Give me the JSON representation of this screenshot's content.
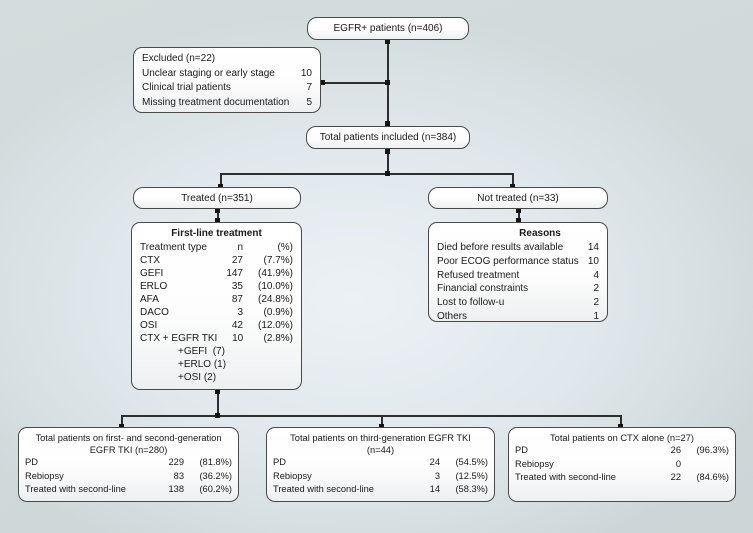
{
  "colors": {
    "bg_outer": "#ccd6d7",
    "bg_inner": "#ecf1f5",
    "box_border": "#4a4a4a",
    "line": "#2e2e2e",
    "text": "#1a1a1a"
  },
  "boxes": {
    "egfr": {
      "label": "EGFR+ patients (n=406)"
    },
    "excluded": {
      "title": "Excluded (n=22)",
      "rows": [
        {
          "label": "Unclear staging or early stage",
          "value": "10"
        },
        {
          "label": "Clinical trial patients",
          "value": "7"
        },
        {
          "label": "Missing treatment documentation",
          "value": "5"
        }
      ]
    },
    "included": {
      "label": "Total patients included (n=384)"
    },
    "treated": {
      "label": "Treated (n=351)"
    },
    "not_treated": {
      "label": "Not treated (n=33)"
    },
    "first_line": {
      "title": "First-line treatment",
      "header": {
        "label": "Treatment type",
        "n": "n",
        "pct": "(%)"
      },
      "rows": [
        {
          "label": "CTX",
          "n": "27",
          "pct": "(7.7%)"
        },
        {
          "label": "GEFI",
          "n": "147",
          "pct": "(41.9%)"
        },
        {
          "label": "ERLO",
          "n": "35",
          "pct": "(10.0%)"
        },
        {
          "label": "AFA",
          "n": "87",
          "pct": "(24.8%)"
        },
        {
          "label": "DACO",
          "n": "3",
          "pct": "(0.9%)"
        },
        {
          "label": "OSI",
          "n": "42",
          "pct": "(12.0%)"
        },
        {
          "label": "CTX + EGFR TKI",
          "n": "10",
          "pct": "(2.8%)"
        }
      ],
      "sub_rows": [
        {
          "label": "+GEFI  (7)"
        },
        {
          "label": "+ERLO (1)"
        },
        {
          "label": "+OSI (2)"
        }
      ]
    },
    "reasons": {
      "title": "Reasons",
      "rows": [
        {
          "label": "Died before results available",
          "value": "14"
        },
        {
          "label": "Poor ECOG performance status",
          "value": "10"
        },
        {
          "label": "Refused treatment",
          "value": "4"
        },
        {
          "label": "Financial constraints",
          "value": "2"
        },
        {
          "label": "Lost to follow-u",
          "value": "2"
        },
        {
          "label": "Others",
          "value": "1"
        }
      ]
    },
    "gen12": {
      "title_lines": [
        {
          "text": "Total patients on first- and second-generation"
        },
        {
          "text": "EGFR TKI (n=280)"
        }
      ],
      "rows": [
        {
          "label": "PD",
          "n": "229",
          "pct": "(81.8%)"
        },
        {
          "label": "Rebiopsy",
          "n": "83",
          "pct": "(36.2%)"
        },
        {
          "label": "Treated with second-line",
          "n": "138",
          "pct": "(60.2%)"
        }
      ]
    },
    "gen3": {
      "title_lines": [
        {
          "text": "Total patients on third-generation EGFR TKI"
        },
        {
          "text": "(n=44)"
        }
      ],
      "rows": [
        {
          "label": "PD",
          "n": "24",
          "pct": "(54.5%)"
        },
        {
          "label": "Rebiopsy",
          "n": "3",
          "pct": "(12.5%)"
        },
        {
          "label": "Treated with second-line",
          "n": "14",
          "pct": "(58.3%)"
        }
      ]
    },
    "ctx_alone": {
      "title_lines": [
        {
          "text": "Total patients on CTX alone (n=27)"
        }
      ],
      "rows": [
        {
          "label": "PD",
          "n": "26",
          "pct": "(96.3%)"
        },
        {
          "label": "Rebiopsy",
          "n": "0",
          "pct": ""
        },
        {
          "label": "Treated with second-line",
          "n": "22",
          "pct": "(84.6%)"
        }
      ]
    }
  }
}
